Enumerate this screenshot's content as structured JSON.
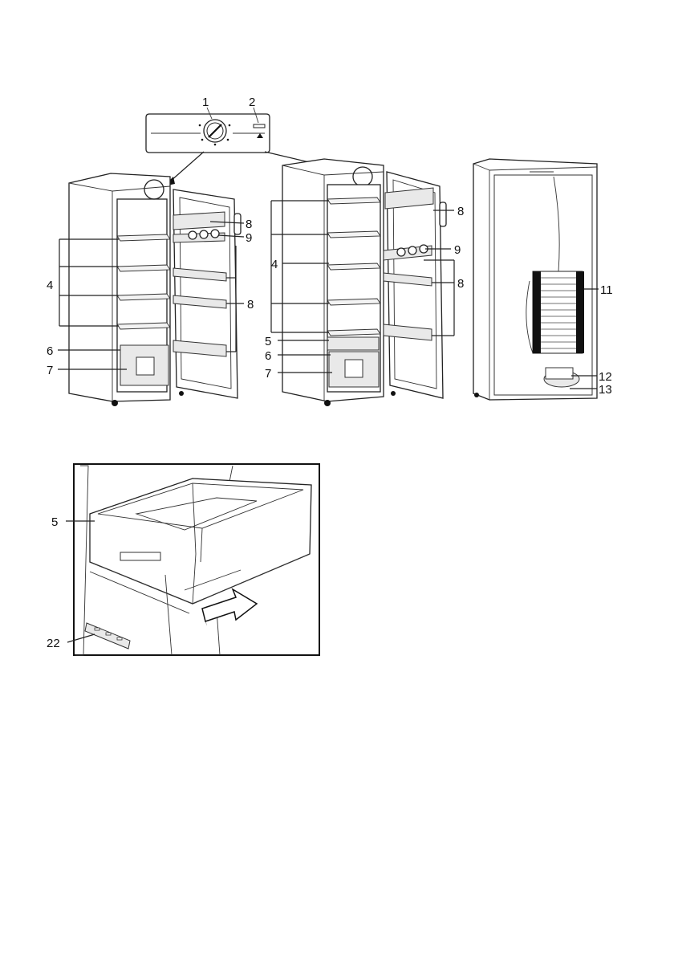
{
  "callouts": {
    "c1": "1",
    "c2": "2",
    "left_8_top": "8",
    "left_9": "9",
    "left_4": "4",
    "left_8_mid": "8",
    "left_6": "6",
    "left_7": "7",
    "mid_8_top": "8",
    "mid_9": "9",
    "mid_4": "4",
    "mid_8_mid": "8",
    "mid_5": "5",
    "mid_6": "6",
    "mid_7": "7",
    "back_11": "11",
    "back_12": "12",
    "back_13": "13",
    "drawer_5": "5",
    "drawer_22": "22"
  },
  "icons": {
    "thermostat_knob": "dial-icon",
    "indicator_light": "indicator-icon",
    "pull_out_arrow": "arrow-right-icon"
  }
}
